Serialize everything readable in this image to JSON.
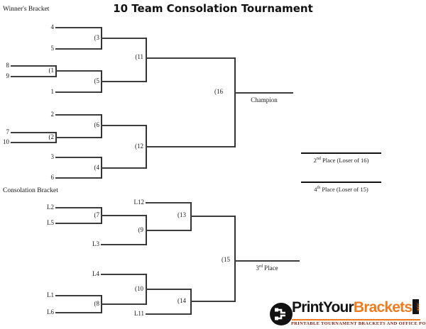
{
  "title": "10 Team Consolation Tournament",
  "winners": {
    "section_label": "Winner's Bracket",
    "seeds": {
      "1": "1",
      "2": "2",
      "3": "3",
      "4": "4",
      "5": "5",
      "6": "6",
      "7": "7",
      "8": "8",
      "9": "9",
      "10": "10"
    }
  },
  "consolation": {
    "section_label": "Consolation Bracket",
    "losers": {
      "L1": "L1",
      "L2": "L2",
      "L3": "L3",
      "L4": "L4",
      "L5": "L5",
      "L6": "L6",
      "L11": "L11",
      "L12": "L12"
    }
  },
  "games": {
    "g1": "(1",
    "g2": "(2",
    "g3": "(3",
    "g4": "(4",
    "g5": "(5",
    "g6": "(6",
    "g7": "(7",
    "g8": "(8",
    "g9": "(9",
    "g10": "(10",
    "g11": "(11",
    "g12": "(12",
    "g13": "(13",
    "g14": "(14",
    "g15": "(15",
    "g16": "(16"
  },
  "results": {
    "champion": "Champion",
    "second": {
      "num": "2",
      "sup": "nd",
      "rest": " Place (Loser of 16)"
    },
    "third": {
      "num": "3",
      "sup": "rd",
      "rest": " Place"
    },
    "fourth": {
      "num": "4",
      "sup": "th",
      "rest": " Place (Loser of 15)"
    }
  },
  "logo": {
    "brand_black": "PrintYour",
    "brand_orange": "Brackets",
    "tld": ".com",
    "tagline": "PRINTABLE TOURNAMENT BRACKETS AND OFFICE POOLS",
    "colors": {
      "orange": "#f07b1f",
      "black": "#141414",
      "tagline_red": "#7d2016",
      "line_gray": "#3d3d3d"
    }
  }
}
